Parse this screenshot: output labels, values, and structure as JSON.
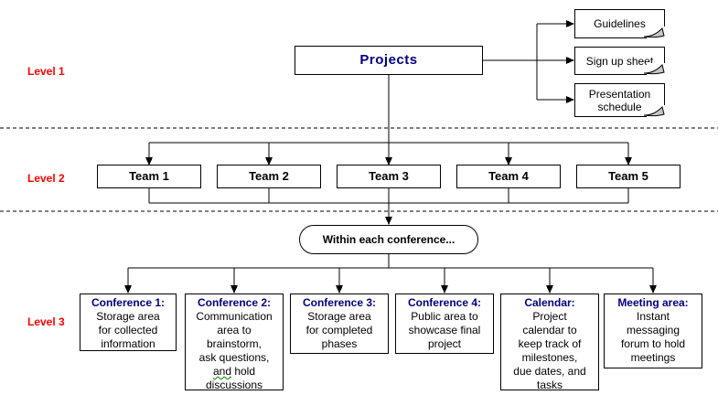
{
  "colors": {
    "level_label": "#ff0000",
    "heading_navy": "#000080",
    "line_black": "#000000",
    "box_background": "#ffffff",
    "page_curl_gray": "#c8c8c8",
    "spellcheck_green": "#008000"
  },
  "levels": {
    "level1": "Level 1",
    "level2": "Level 2",
    "level3": "Level 3"
  },
  "projects": {
    "label": "Projects"
  },
  "documents": {
    "guidelines": "Guidelines",
    "signup": "Sign up sheet",
    "presentation": "Presentation\nschedule"
  },
  "teams": [
    {
      "label": "Team 1"
    },
    {
      "label": "Team 2"
    },
    {
      "label": "Team 3"
    },
    {
      "label": "Team 4"
    },
    {
      "label": "Team 5"
    }
  ],
  "oval": {
    "label": "Within each conference..."
  },
  "conferences": [
    {
      "title": "Conference 1:",
      "body": "Storage area\nfor collected\ninformation"
    },
    {
      "title": "Conference 2:",
      "body_before": "Communication\narea to\nbrainstorm,\nask questions,\n",
      "body_squiggle": "and",
      "body_after": " hold\ndiscussions"
    },
    {
      "title": "Conference 3:",
      "body": "Storage area\nfor completed\nphases"
    },
    {
      "title": "Conference 4:",
      "body": "Public area to\nshowcase final\nproject"
    },
    {
      "title": "Calendar:",
      "body": "Project\ncalendar to\nkeep track of\nmilestones,\ndue dates, and\ntasks"
    },
    {
      "title": "Meeting area:",
      "body": "Instant\nmessaging\nforum to hold\nmeetings"
    }
  ]
}
